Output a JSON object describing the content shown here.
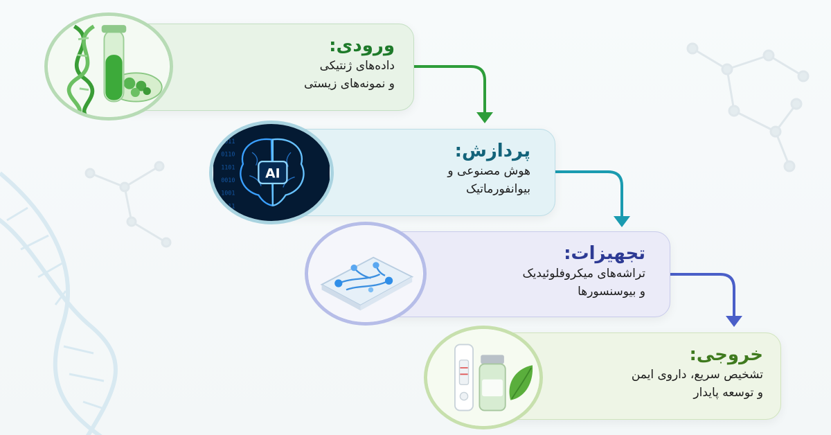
{
  "steps": [
    {
      "title": "ورودی:",
      "line1": "داده‌های ژنتیکی",
      "line2": "و نمونه‌های زیستی",
      "color": "#2e9d3a",
      "icon": "dna-test-tube-icon"
    },
    {
      "title": "پردازش:",
      "line1": "هوش مصنوعی و",
      "line2": "بیوانفورماتیک",
      "color": "#1a9bb0",
      "icon": "ai-brain-icon",
      "icon_text": "AI"
    },
    {
      "title": "تجهیزات:",
      "line1": "تراشه‌های میکروفلوئیدیک",
      "line2": "و بیوسنسورها",
      "color": "#4a5fc8",
      "icon": "microfluidic-chip-icon"
    },
    {
      "title": "خروجی:",
      "line1": "تشخیص سریع، داروی ایمن",
      "line2": "و توسعه پایدار",
      "color": "#6aa52f",
      "icon": "test-kit-vial-leaf-icon"
    }
  ]
}
